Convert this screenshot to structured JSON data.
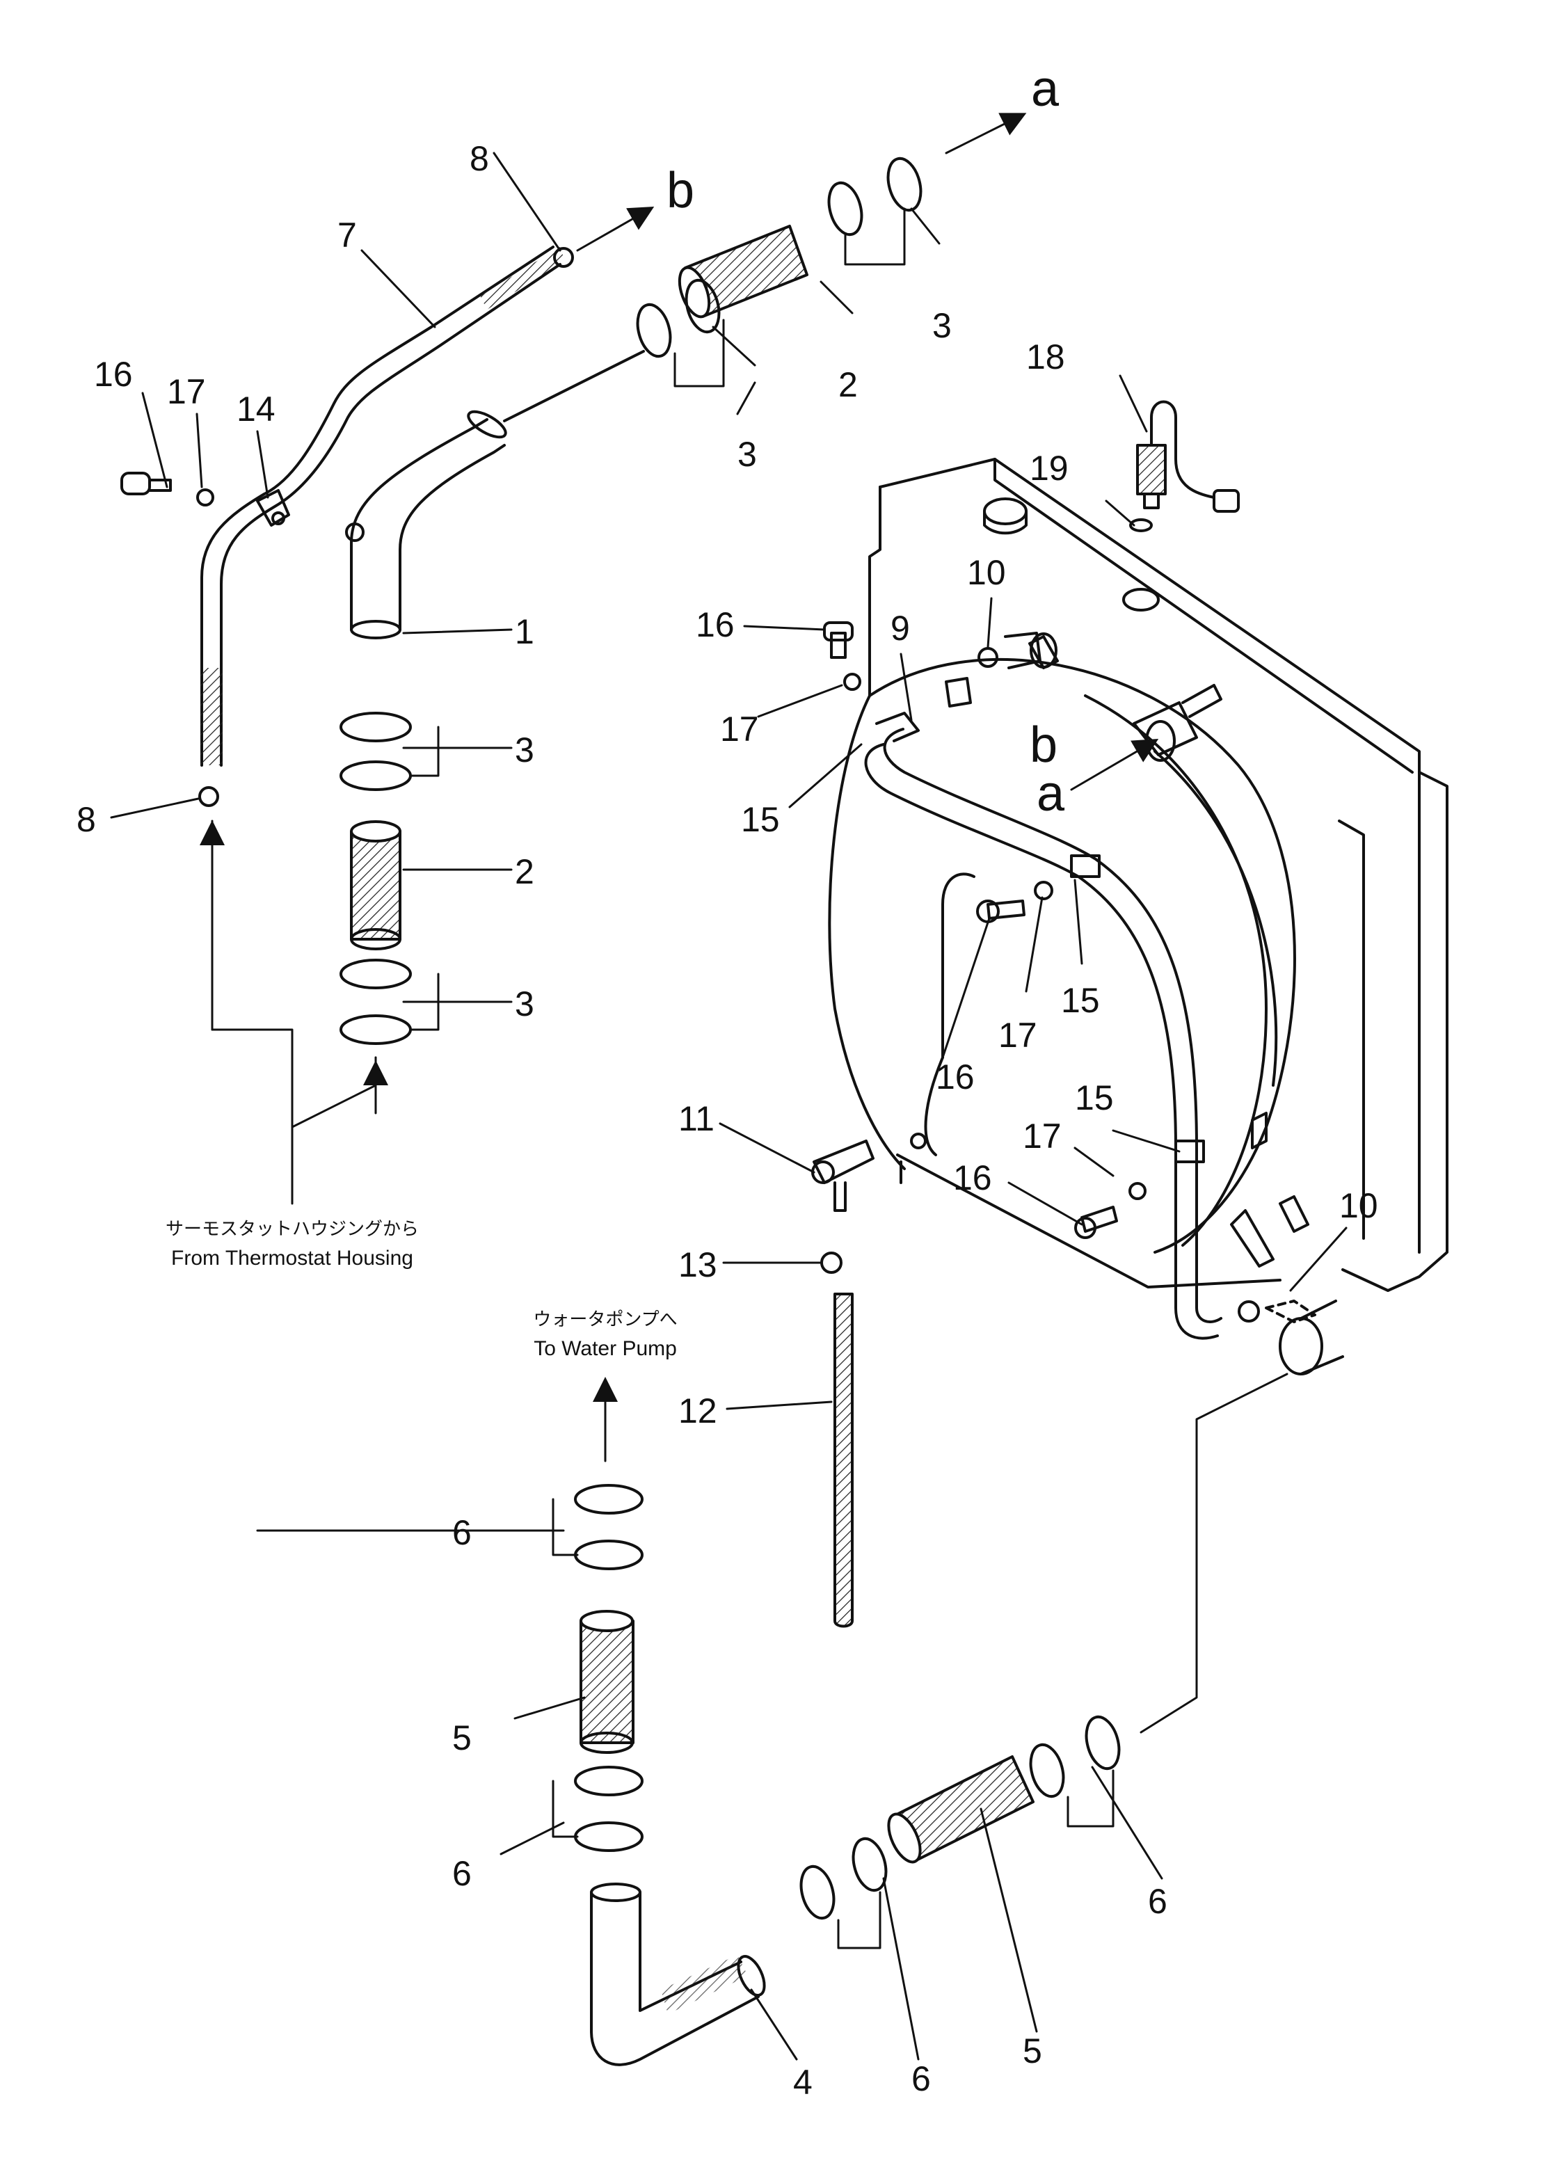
{
  "markers": {
    "a": "a",
    "b": "b"
  },
  "callouts": {
    "1": "1",
    "2": "2",
    "3": "3",
    "4": "4",
    "5": "5",
    "6": "6",
    "7": "7",
    "8": "8",
    "9": "9",
    "10": "10",
    "11": "11",
    "12": "12",
    "13": "13",
    "14": "14",
    "15": "15",
    "16": "16",
    "17": "17",
    "18": "18",
    "19": "19"
  },
  "notes": {
    "from_thermostat_jp": "サーモスタットハウジングから",
    "from_thermostat_en": "From Thermostat Housing",
    "to_water_pump_jp": "ウォータポンプへ",
    "to_water_pump_en": "To Water Pump"
  }
}
